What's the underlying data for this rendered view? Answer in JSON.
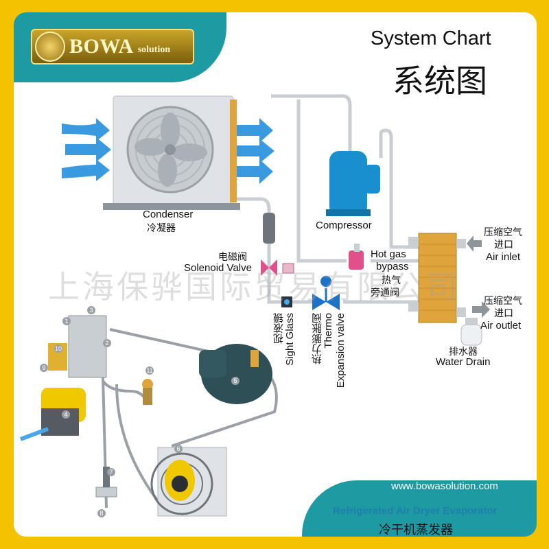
{
  "brand": {
    "name": "BOWA",
    "suffix": "solution"
  },
  "title": {
    "en": "System Chart",
    "zh": "系统图"
  },
  "labels": {
    "condenser_en": "Condenser",
    "condenser_zh": "冷凝器",
    "compressor": "Compressor",
    "solenoid_zh": "电磁阀",
    "solenoid_en": "Solenoid Valve",
    "hotgas_en1": "Hot gas",
    "hotgas_en2": "bypass",
    "hotgas_zh1": "热气",
    "hotgas_zh2": "旁通阀",
    "air_in_zh1": "压缩空气",
    "air_in_zh2": "进口",
    "air_in_en": "Air inlet",
    "air_out_zh1": "压缩空气",
    "air_out_zh2": "进口",
    "air_out_en": "Air outlet",
    "drain_zh": "排水器",
    "drain_en": "Water Drain",
    "sight_zh": "视液镜",
    "sight_en": "Sight Glass",
    "thermo_zh": "热力膨胀阀",
    "thermo_en1": "Thermo",
    "thermo_en2": "Expansion valve"
  },
  "watermark": "上海保骅国际贸易有限公司",
  "footer": {
    "url": "www.bowasolution.com",
    "caption_en": "Refrigerated Air Dryer Evaporator",
    "caption_zh": "冷干机蒸发器"
  },
  "part_numbers": [
    "1",
    "2",
    "3",
    "4",
    "5",
    "6",
    "7",
    "8",
    "9",
    "10",
    "11"
  ],
  "colors": {
    "teal": "#1e9aa3",
    "frame": "#f3c200",
    "compressor": "#1a8fd0",
    "valve_blue": "#1e73c8",
    "valve_pink": "#e0508a",
    "hx_gold": "#e0a43c"
  }
}
